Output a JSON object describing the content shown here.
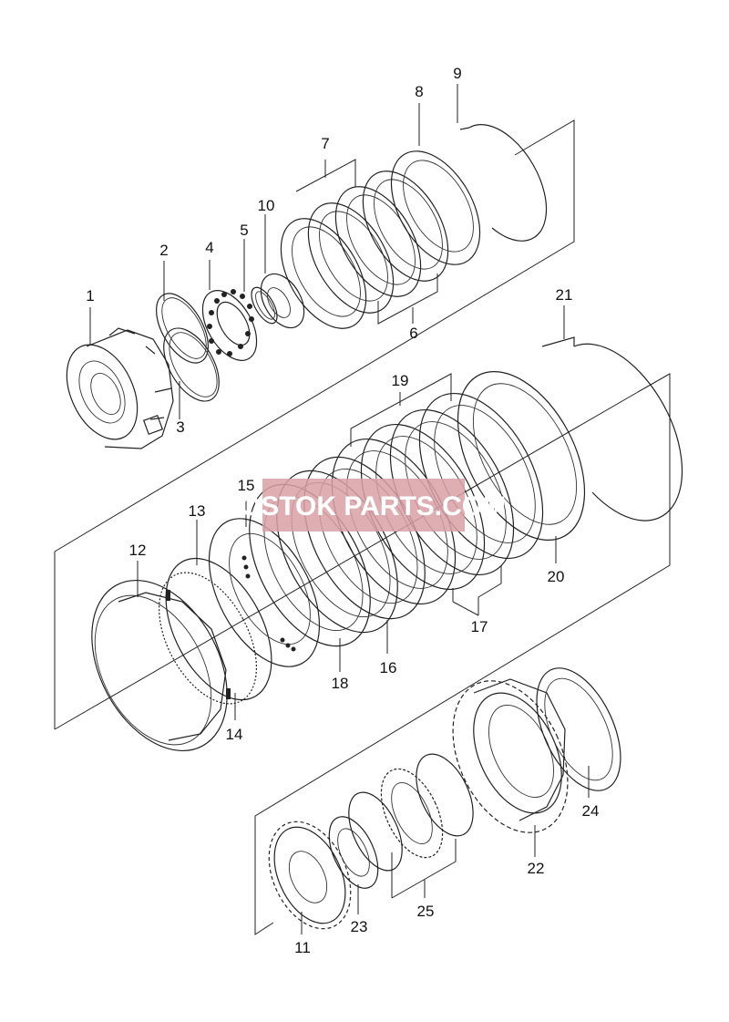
{
  "diagram": {
    "callouts": {
      "p1": "1",
      "p2": "2",
      "p3": "3",
      "p4": "4",
      "p5": "5",
      "p6": "6",
      "p7": "7",
      "p8": "8",
      "p9": "9",
      "p10": "10",
      "p11": "11",
      "p12": "12",
      "p13": "13",
      "p14": "14",
      "p15": "15",
      "p16": "16",
      "p17": "17",
      "p18": "18",
      "p19": "19",
      "p20": "20",
      "p21": "21",
      "p22": "22",
      "p23": "23",
      "p24": "24",
      "p25": "25"
    },
    "watermark": {
      "text": "VOSTOK PARTS.COM",
      "color": "#d9a0a5"
    },
    "line_color": "#222222"
  }
}
